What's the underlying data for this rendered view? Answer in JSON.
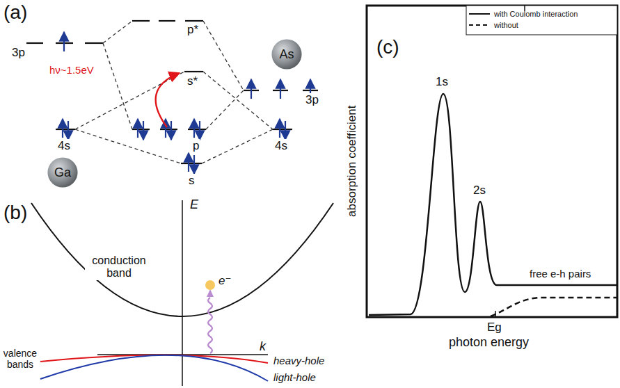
{
  "diagram": {
    "nodes": [
      {
        "text": [
          "As"
        ]
      },
      {
        "text": [
          "Ga"
        ]
      }
    ],
    "labels": [
      "(a)",
      "3p",
      "p*",
      "hν~1.5eV",
      "s*",
      "4s",
      "p",
      "3p",
      "s",
      "4s",
      "(b)",
      "E",
      "conduction band",
      "e⁻",
      "k",
      "valence bands",
      "heavy-hole",
      "light-hole",
      "(c)",
      "1s",
      "2s",
      "free e-h pairs",
      "absorption coefficient",
      "Eg",
      "photon energy"
    ],
    "legend": [
      {
        "text": "with Coulomb interaction"
      },
      {
        "text": "without"
      }
    ]
  }
}
